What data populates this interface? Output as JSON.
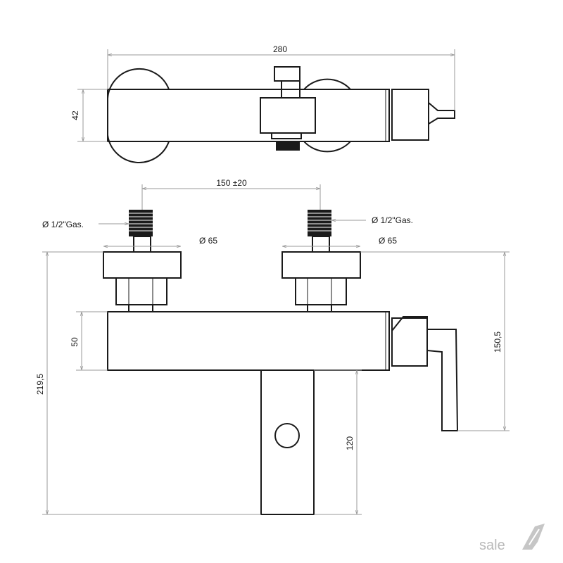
{
  "dimensions": {
    "overall_width": "280",
    "body_depth": "42",
    "inlet_spacing": "150  ±20",
    "inlet_thread_left": "Ø 1/2\"Gas.",
    "inlet_thread_right": "Ø 1/2\"Gas.",
    "escutcheon_left": "Ø 65",
    "escutcheon_right": "Ø 65",
    "body_height": "50",
    "overall_height": "219,5",
    "handle_height": "150,5",
    "spout_length": "120"
  },
  "brand": {
    "logo_text": "sale"
  },
  "colors": {
    "line": "#1a1a1a",
    "dimension": "#9a9a9a",
    "logo": "#b9b9b9"
  }
}
